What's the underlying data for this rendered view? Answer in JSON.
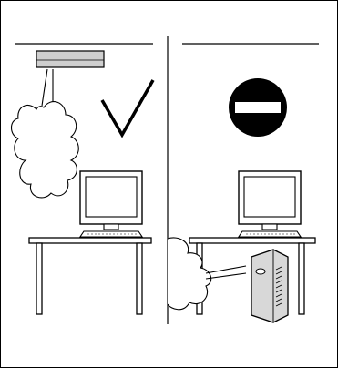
{
  "diagram": {
    "left_panel": {
      "status": "allowed",
      "status_icon": "checkmark-icon",
      "airflow_source": "ceiling-vent",
      "computer": "desktop-monitor-and-keyboard"
    },
    "right_panel": {
      "status": "not-allowed",
      "status_icon": "no-entry-icon",
      "airflow_source": "floor-tower-unit",
      "computer": "desktop-monitor-and-keyboard"
    },
    "colors": {
      "line": "#000000",
      "vent_fill": "#cfcfcf",
      "no_entry_fill": "#000000",
      "no_entry_bar": "#ffffff",
      "tower_fill": "#d8d8d8"
    }
  }
}
